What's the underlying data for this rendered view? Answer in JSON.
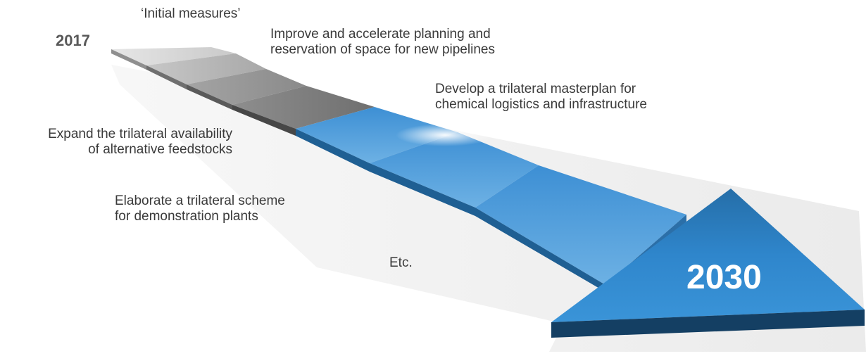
{
  "timeline": {
    "start_year": "2017",
    "end_year": "2030",
    "colors": {
      "grey_step": "#9a9a9a",
      "blue_step": "#4a97d6",
      "arrow": "#2a7fc6",
      "arrow_edge": "#143f63"
    },
    "steps": [
      {
        "label": "‘Initial measures’",
        "color": "grey"
      },
      {
        "label_lines": [
          "Improve and accelerate planning and",
          "reservation of space for new pipelines"
        ],
        "color": "grey"
      },
      {
        "label_lines": [
          "Expand the trilateral availability",
          "of alternative feedstocks"
        ],
        "color": "grey"
      },
      {
        "label_lines": [
          "Develop a trilateral masterplan for",
          "chemical logistics and infrastructure"
        ],
        "color": "grey"
      },
      {
        "label_lines": [
          "Elaborate a trilateral scheme",
          "for demonstration plants"
        ],
        "color": "blue"
      },
      {
        "label": "Etc.",
        "color": "blue"
      }
    ]
  }
}
